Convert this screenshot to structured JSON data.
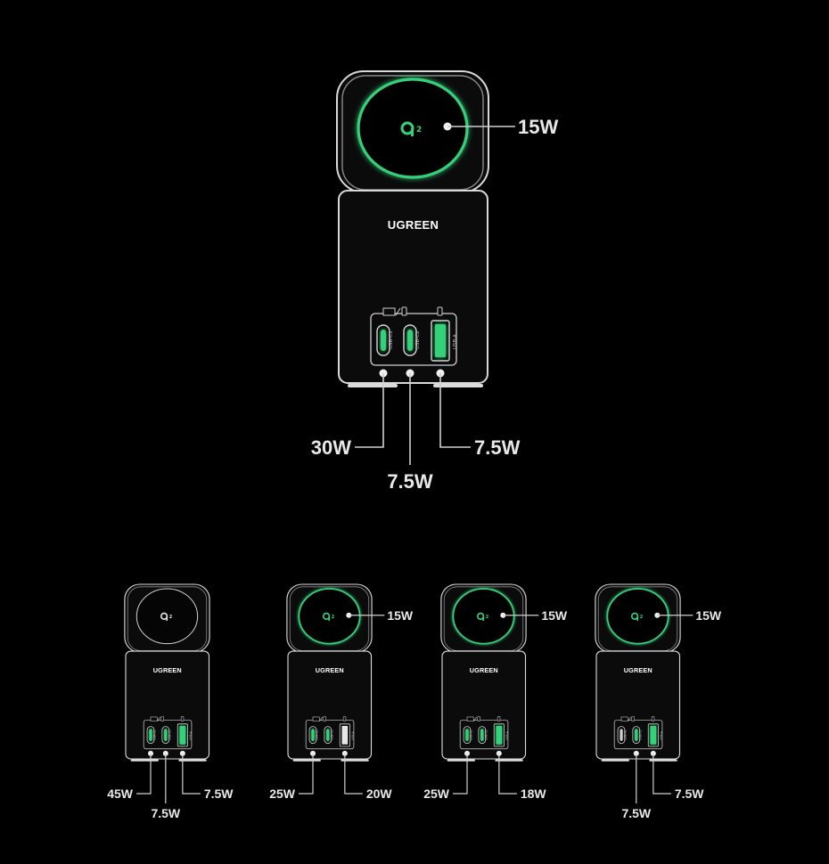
{
  "accent_green": "#35d07a",
  "brand_name": "UGREEN",
  "wireless_logo": "qi2-icon",
  "port_labels": [
    "USB-C1",
    "USB-C2",
    "USB-A"
  ],
  "port_icons": [
    "laptop-icon",
    "phone-icon"
  ],
  "main_configuration": {
    "wireless_active": true,
    "wireless_watt": "15W",
    "ports_active": [
      true,
      true,
      true
    ],
    "outputs": [
      {
        "port": "USB-C1",
        "watt": "30W"
      },
      {
        "port": "USB-C2",
        "watt": "7.5W"
      },
      {
        "port": "USB-A",
        "watt": "7.5W"
      }
    ]
  },
  "configurations": [
    {
      "wireless_active": false,
      "wireless_watt": "",
      "ports_active": [
        true,
        true,
        true
      ],
      "outputs": [
        {
          "port": "USB-C1",
          "watt": "45W"
        },
        {
          "port": "USB-C2",
          "watt": "7.5W"
        },
        {
          "port": "USB-A",
          "watt": "7.5W"
        }
      ]
    },
    {
      "wireless_active": true,
      "wireless_watt": "15W",
      "ports_active": [
        true,
        true,
        false
      ],
      "outputs": [
        {
          "port": "USB-C1",
          "watt": "25W"
        },
        {
          "port": "USB-A",
          "watt": "20W"
        }
      ]
    },
    {
      "wireless_active": true,
      "wireless_watt": "15W",
      "ports_active": [
        true,
        true,
        true
      ],
      "outputs": [
        {
          "port": "USB-C1",
          "watt": "25W"
        },
        {
          "port": "USB-A",
          "watt": "18W"
        }
      ]
    },
    {
      "wireless_active": true,
      "wireless_watt": "15W",
      "ports_active": [
        false,
        true,
        true
      ],
      "outputs": [
        {
          "port": "USB-C2",
          "watt": "7.5W"
        },
        {
          "port": "USB-A",
          "watt": "7.5W"
        }
      ]
    }
  ]
}
